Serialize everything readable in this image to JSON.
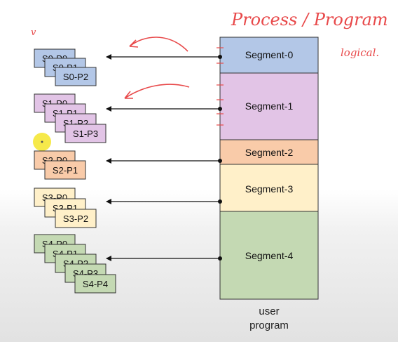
{
  "annotations": {
    "title": "Process / Program",
    "side_note": "logical.",
    "tick_mark": "v"
  },
  "memory": {
    "caption_line1": "user",
    "caption_line2": "program",
    "segments": [
      {
        "label": "Segment-0",
        "color": "#b3c7e7",
        "pages": [
          "S0-P0",
          "S0-P1",
          "S0-P2"
        ],
        "page_color": "#b3c7e7"
      },
      {
        "label": "Segment-1",
        "color": "#e2c4e6",
        "pages": [
          "S1-P0",
          "S1-P1",
          "S1-P2",
          "S1-P3"
        ],
        "page_color": "#e2c4e6"
      },
      {
        "label": "Segment-2",
        "color": "#f9cba9",
        "pages": [
          "S2-P0",
          "S2-P1"
        ],
        "page_color": "#f9cba9"
      },
      {
        "label": "Segment-3",
        "color": "#fff0c9",
        "pages": [
          "S3-P0",
          "S3-P1",
          "S3-P2"
        ],
        "page_color": "#fff0c9"
      },
      {
        "label": "Segment-4",
        "color": "#c4d9b3",
        "pages": [
          "S4-P0",
          "S4-P1",
          "S4-P2",
          "S4-P3",
          "S4-P4"
        ],
        "page_color": "#c4d9b3"
      }
    ]
  },
  "colors": {
    "ink": "#e8494a",
    "highlight": "#f5e52a",
    "border": "#333333"
  }
}
